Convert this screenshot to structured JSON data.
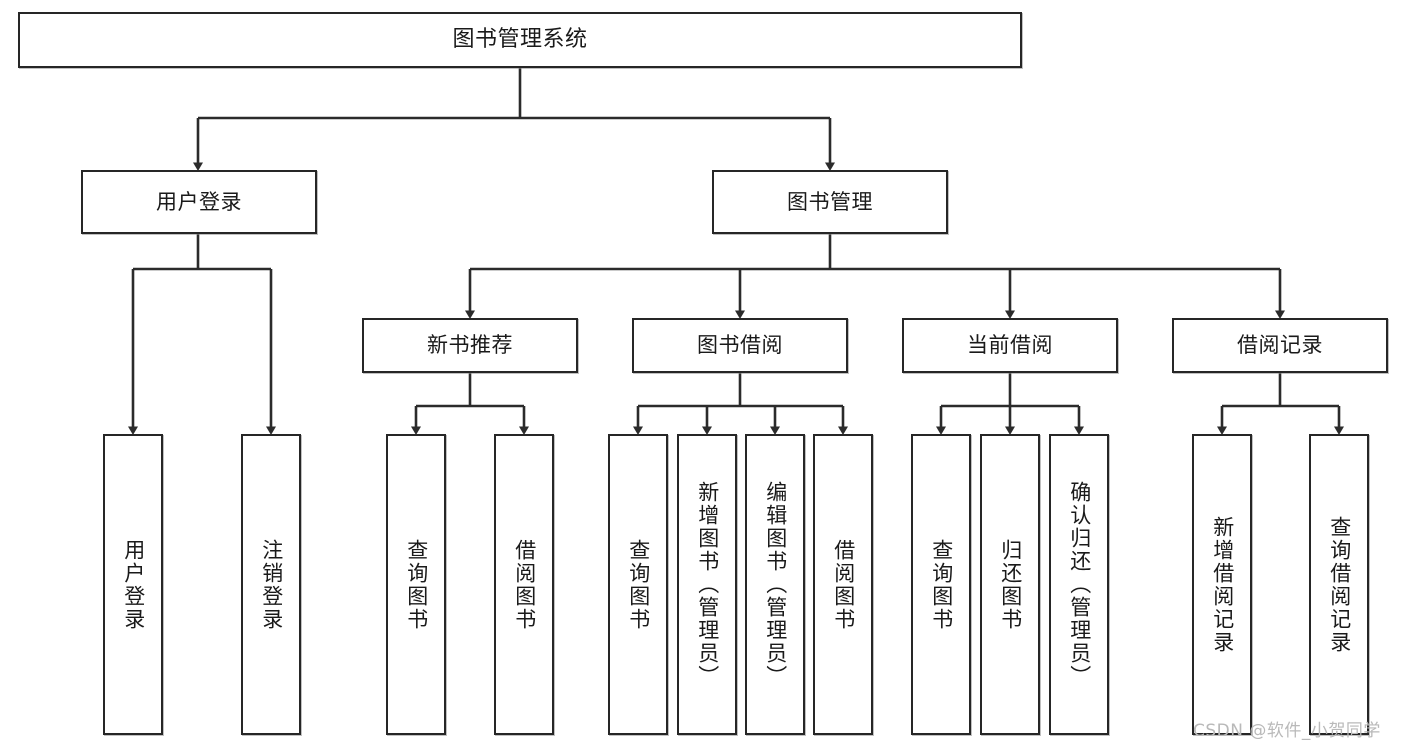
{
  "diagram": {
    "title": "图书管理系统",
    "type": "tree-structure-diagram",
    "stroke_color": "#262626",
    "fill_color": "#ffffff",
    "text_color": "#1a1a1a"
  },
  "root": {
    "label": "图书管理系统"
  },
  "level2": [
    {
      "label": "用户登录"
    },
    {
      "label": "图书管理"
    }
  ],
  "level3": [
    {
      "label": "新书推荐"
    },
    {
      "label": "图书借阅"
    },
    {
      "label": "当前借阅"
    },
    {
      "label": "借阅记录"
    }
  ],
  "leaves": {
    "user_login": [
      {
        "label": "用户登录"
      },
      {
        "label": "注销登录"
      }
    ],
    "new_book_recommend": [
      {
        "label": "查询图书"
      },
      {
        "label": "借阅图书"
      }
    ],
    "book_borrow": [
      {
        "label": "查询图书"
      },
      {
        "label": "新增图书（管理员）"
      },
      {
        "label": "编辑图书（管理员）"
      },
      {
        "label": "借阅图书"
      }
    ],
    "current_borrow": [
      {
        "label": "查询图书"
      },
      {
        "label": "归还图书"
      },
      {
        "label": "确认归还（管理员）"
      }
    ],
    "borrow_record": [
      {
        "label": "新增借阅记录"
      },
      {
        "label": "查询借阅记录"
      }
    ]
  },
  "watermark": {
    "text": "CSDN @软件_小贺同学"
  }
}
